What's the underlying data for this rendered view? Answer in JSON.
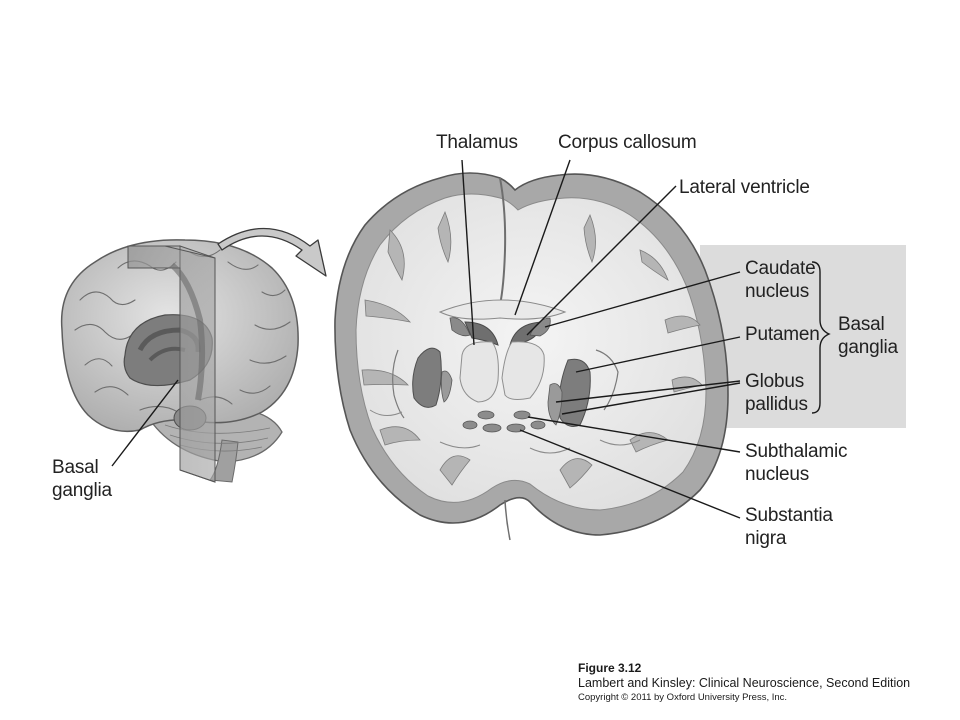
{
  "labels": {
    "thalamus": "Thalamus",
    "corpus_callosum": "Corpus callosum",
    "lateral_ventricle": "Lateral ventricle",
    "caudate_nucleus": [
      "Caudate",
      "nucleus"
    ],
    "putamen": "Putamen",
    "globus_pallidus": [
      "Globus",
      "pallidus"
    ],
    "basal_ganglia_group": [
      "Basal",
      "ganglia"
    ],
    "subthalamic_nucleus": [
      "Subthalamic",
      "nucleus"
    ],
    "substantia_nigra": [
      "Substantia",
      "nigra"
    ],
    "basal_ganglia_left": [
      "Basal",
      "ganglia"
    ]
  },
  "caption": {
    "figure": "Figure 3.12",
    "source": "Lambert and Kinsley: Clinical Neuroscience, Second Edition",
    "copyright": "Copyright © 2011 by Oxford University Press, Inc."
  }
}
